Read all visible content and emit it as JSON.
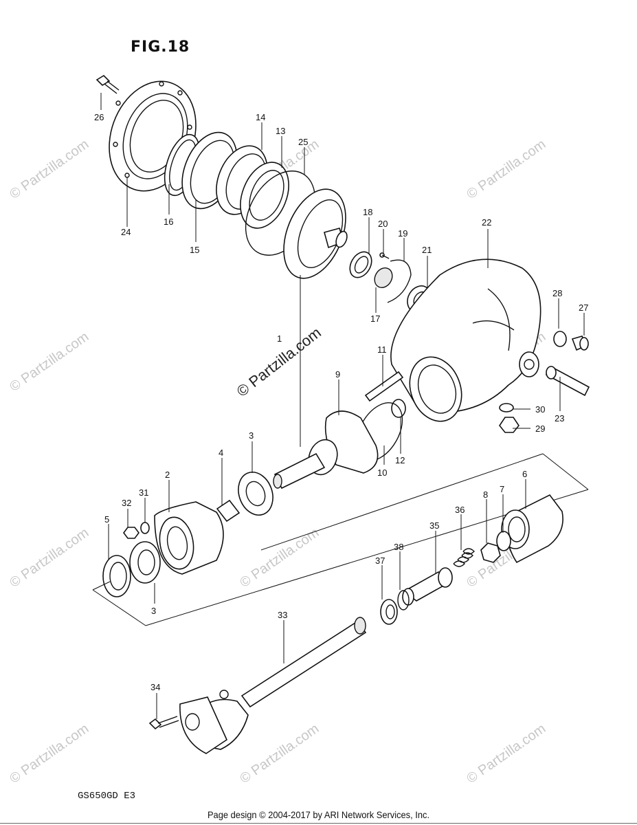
{
  "figure": {
    "title": "FIG.18"
  },
  "model_code": "GS650GD  E3",
  "footer_text": "Page design © 2004-2017 by ARI Network Services, Inc.",
  "watermark": {
    "text": "© Partzilla.com"
  },
  "callouts": [
    "1",
    "2",
    "3",
    "3",
    "4",
    "5",
    "6",
    "7",
    "8",
    "9",
    "10",
    "11",
    "12",
    "13",
    "14",
    "15",
    "16",
    "17",
    "18",
    "19",
    "20",
    "21",
    "22",
    "23",
    "24",
    "25",
    "26",
    "27",
    "28",
    "29",
    "30",
    "31",
    "32",
    "33",
    "34",
    "35",
    "36",
    "37",
    "38"
  ]
}
